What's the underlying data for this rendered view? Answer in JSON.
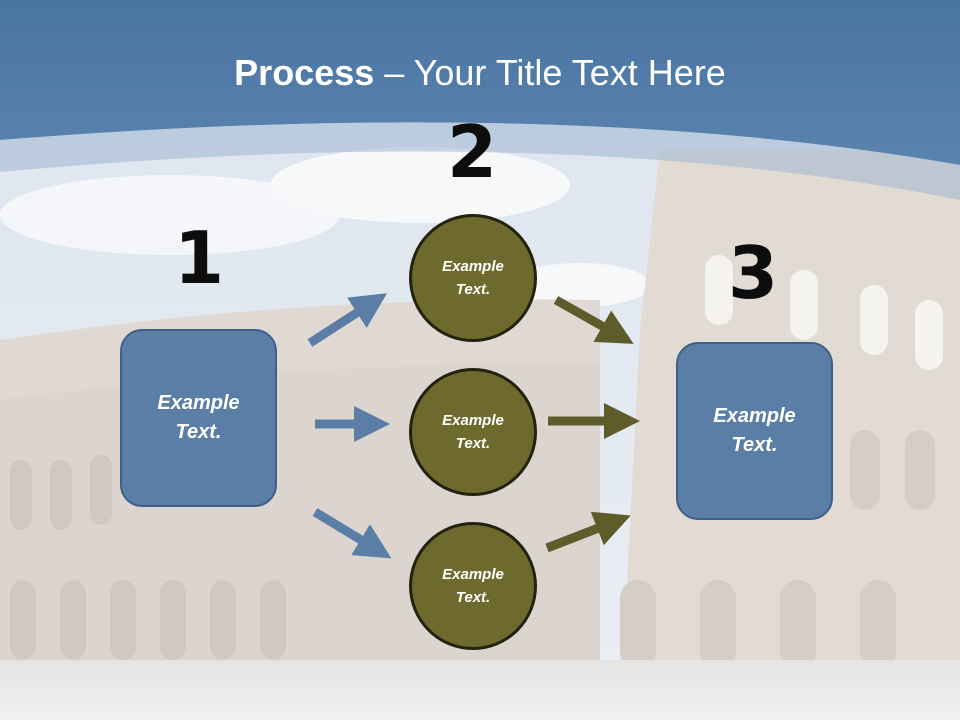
{
  "slide": {
    "title_bold": "Process",
    "title_rest": " – Your Title Text Here",
    "steps": [
      "1",
      "2",
      "3"
    ],
    "left_box": [
      "Example",
      "Text."
    ],
    "circles": [
      [
        "Example",
        "Text."
      ],
      [
        "Example",
        "Text."
      ],
      [
        "Example",
        "Text."
      ]
    ],
    "right_box": [
      "Example",
      "Text."
    ]
  },
  "colors": {
    "header_blue": "#4e79a7",
    "box_blue": "#5b7ea6",
    "circle_olive": "#6e6a2e",
    "arrow_blue": "#5b7ea6",
    "arrow_olive": "#5e5c2a",
    "step_number": "#0d0d0d"
  },
  "background": "colosseum-photo"
}
